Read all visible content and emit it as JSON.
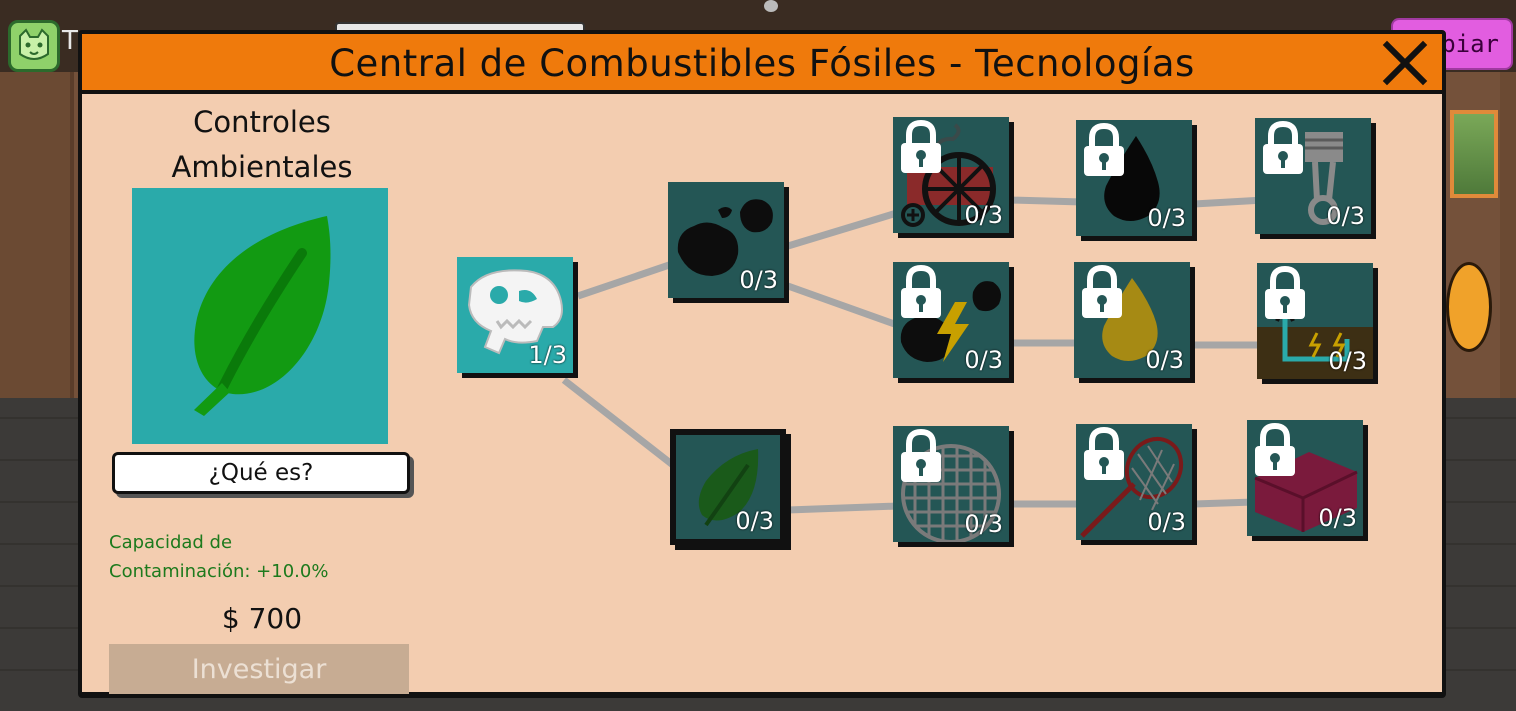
{
  "background": {
    "logo_letter": "T",
    "corner_button_label": "piar"
  },
  "dialog": {
    "title": "Central de Combustibles Fósiles - Tecnologías",
    "close_label": "Cerrar"
  },
  "detail": {
    "title_line1": "Controles",
    "title_line2": "Ambientales",
    "image_icon": "leaf-icon",
    "what_button_label": "¿Qué es?",
    "effect_line1": "Capacidad de",
    "effect_line2": "Contaminación: +10.0%",
    "price": "$ 700",
    "research_button_label": "Investigar",
    "research_enabled": false
  },
  "tree": {
    "nodes": [
      {
        "id": "fossil",
        "icon": "dinosaur-skull-icon",
        "count": "1/3",
        "locked": false,
        "selected": false
      },
      {
        "id": "coal",
        "icon": "coal-icon",
        "count": "0/3",
        "locked": false,
        "selected": false
      },
      {
        "id": "environmental-controls",
        "icon": "leaf-icon",
        "count": "0/3",
        "locked": false,
        "selected": true
      },
      {
        "id": "steam-engine",
        "icon": "steam-engine-icon",
        "count": "0/3",
        "locked": true,
        "selected": false
      },
      {
        "id": "oil",
        "icon": "oil-drop-icon",
        "count": "0/3",
        "locked": true,
        "selected": false
      },
      {
        "id": "piston",
        "icon": "piston-icon",
        "count": "0/3",
        "locked": true,
        "selected": false
      },
      {
        "id": "coal-power",
        "icon": "coal-lightning-icon",
        "count": "0/3",
        "locked": true,
        "selected": false
      },
      {
        "id": "gas",
        "icon": "gas-drop-icon",
        "count": "0/3",
        "locked": true,
        "selected": false
      },
      {
        "id": "grid",
        "icon": "power-line-icon",
        "count": "0/3",
        "locked": true,
        "selected": false
      },
      {
        "id": "filter-mesh",
        "icon": "mesh-filter-icon",
        "count": "0/3",
        "locked": true,
        "selected": false
      },
      {
        "id": "scrubber-net",
        "icon": "net-icon",
        "count": "0/3",
        "locked": true,
        "selected": false
      },
      {
        "id": "insulation-block",
        "icon": "brick-icon",
        "count": "0/3",
        "locked": true,
        "selected": false
      }
    ]
  }
}
